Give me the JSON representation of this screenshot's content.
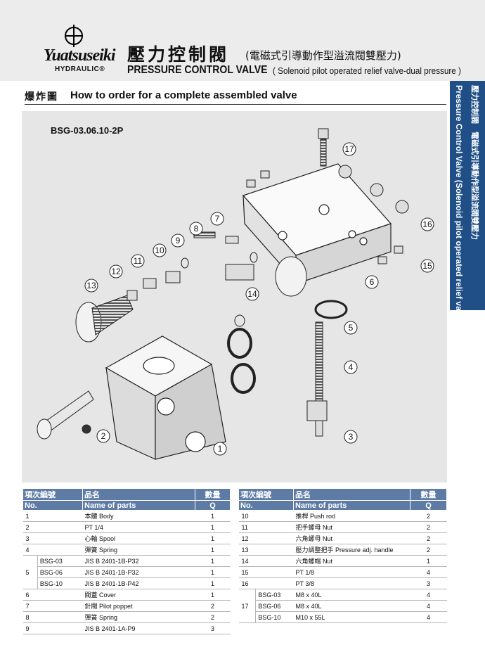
{
  "brand": {
    "name": "Yuatsuseiki",
    "sub": "HYDRAULIC®"
  },
  "header": {
    "title_zh": "壓力控制閥",
    "title_zh_sub": "(電磁式引導動作型溢流閥雙壓力)",
    "title_en": "PRESSURE CONTROL VALVE",
    "title_en_sub": "( Solenoid pilot operated relief valve-dual pressure )"
  },
  "side_tab": {
    "line1": "壓力控制閥　電磁式引導動作型溢流閥雙壓力",
    "line2": "Pressure Control Valve (Solenoid pilot operated relief valve-dual pressure)"
  },
  "section": {
    "title_zh": "爆炸圖",
    "title_en": "How to order for a complete assembled valve"
  },
  "diagram": {
    "model": "BSG-03.06.10-2P",
    "callouts": [
      "1",
      "2",
      "3",
      "4",
      "5",
      "6",
      "7",
      "8",
      "9",
      "10",
      "11",
      "12",
      "13",
      "14",
      "15",
      "16",
      "17"
    ]
  },
  "table_headers": {
    "no_zh": "項次編號",
    "no_en": "No.",
    "name_zh": "品名",
    "name_en": "Name of parts",
    "q_zh": "數量",
    "q_en": "Q"
  },
  "parts_left": [
    {
      "no": "1",
      "name": "本體 Body",
      "q": "1"
    },
    {
      "no": "2",
      "name": "PT 1/4",
      "q": "1"
    },
    {
      "no": "3",
      "name": "心軸 Spool",
      "q": "1"
    },
    {
      "no": "4",
      "name": "彈簧 Spring",
      "q": "1"
    },
    {
      "no": "5",
      "sub": "BSG-03",
      "name": "JIS B 2401-1B-P32",
      "q": "1"
    },
    {
      "sub": "BSG-06",
      "name": "JIS B 2401-1B-P32",
      "q": "1"
    },
    {
      "sub": "BSG-10",
      "name": "JIS B 2401-1B-P42",
      "q": "1"
    },
    {
      "no": "6",
      "name": "閥蓋 Cover",
      "q": "1"
    },
    {
      "no": "7",
      "name": "針閥 Pilot poppet",
      "q": "2"
    },
    {
      "no": "8",
      "name": "彈簧 Spring",
      "q": "2"
    },
    {
      "no": "9",
      "name": "JIS B 2401-1A-P9",
      "q": "3"
    }
  ],
  "parts_right": [
    {
      "no": "10",
      "name": "推桿 Push rod",
      "q": "2"
    },
    {
      "no": "11",
      "name": "把手螺母 Nut",
      "q": "2"
    },
    {
      "no": "12",
      "name": "六角螺母 Nut",
      "q": "2"
    },
    {
      "no": "13",
      "name": "壓力調整把手 Pressure adj. handle",
      "q": "2"
    },
    {
      "no": "14",
      "name": "六角螺帽 Nut",
      "q": "1"
    },
    {
      "no": "15",
      "name": "PT 1/8",
      "q": "4"
    },
    {
      "no": "16",
      "name": "PT 3/8",
      "q": "3"
    },
    {
      "no": "17",
      "sub": "BSG-03",
      "name": "M8 x 40L",
      "q": "4"
    },
    {
      "sub": "BSG-06",
      "name": "M8 x 40L",
      "q": "4"
    },
    {
      "sub": "BSG-10",
      "name": "M10 x 55L",
      "q": "4"
    }
  ]
}
